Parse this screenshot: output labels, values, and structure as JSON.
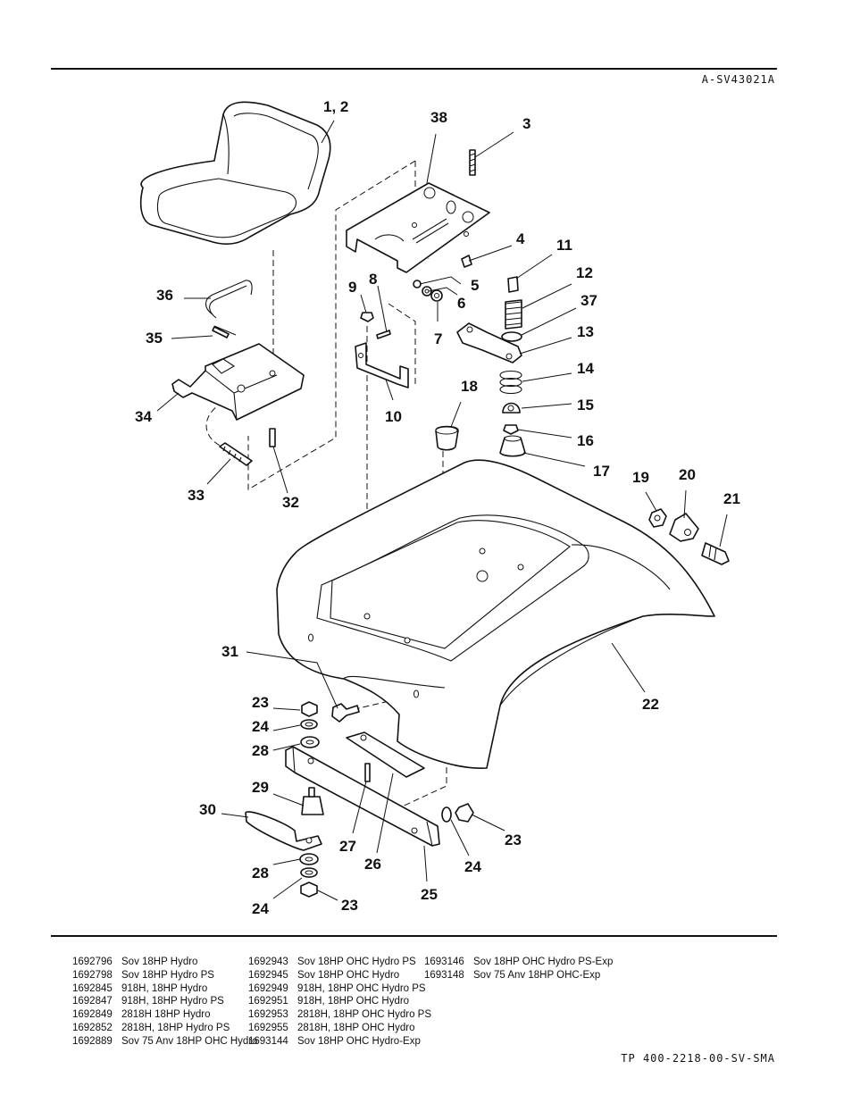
{
  "header": {
    "drawing_code": "A-SV43021A"
  },
  "footer": {
    "doc_code": "TP 400-2218-00-SV-SMA"
  },
  "callouts": {
    "c1_2": "1, 2",
    "c3": "3",
    "c4": "4",
    "c5": "5",
    "c6": "6",
    "c7": "7",
    "c8": "8",
    "c9": "9",
    "c10": "10",
    "c11": "11",
    "c12": "12",
    "c13": "13",
    "c14": "14",
    "c15": "15",
    "c16": "16",
    "c17": "17",
    "c18": "18",
    "c19": "19",
    "c20": "20",
    "c21": "21",
    "c22": "22",
    "c23a": "23",
    "c23b": "23",
    "c23c": "23",
    "c24a": "24",
    "c24b": "24",
    "c24c": "24",
    "c25": "25",
    "c26": "26",
    "c27": "27",
    "c28a": "28",
    "c28b": "28",
    "c29": "29",
    "c30": "30",
    "c31": "31",
    "c32": "32",
    "c33": "33",
    "c34": "34",
    "c35": "35",
    "c36": "36",
    "c37": "37",
    "c38": "38"
  },
  "models": {
    "col1": [
      {
        "pn": "1692796",
        "desc": "Sov 18HP Hydro"
      },
      {
        "pn": "1692798",
        "desc": "Sov 18HP Hydro PS"
      },
      {
        "pn": "1692845",
        "desc": "918H, 18HP Hydro"
      },
      {
        "pn": "1692847",
        "desc": "918H, 18HP Hydro PS"
      },
      {
        "pn": "1692849",
        "desc": "2818H 18HP Hydro"
      },
      {
        "pn": "1692852",
        "desc": "2818H, 18HP Hydro PS"
      },
      {
        "pn": "1692889",
        "desc": "Sov 75 Anv 18HP OHC Hydro"
      }
    ],
    "col2": [
      {
        "pn": "1692943",
        "desc": "Sov 18HP OHC Hydro PS"
      },
      {
        "pn": "1692945",
        "desc": "Sov 18HP OHC Hydro"
      },
      {
        "pn": "1692949",
        "desc": "918H, 18HP OHC Hydro PS"
      },
      {
        "pn": "1692951",
        "desc": "918H, 18HP OHC Hydro"
      },
      {
        "pn": "1692953",
        "desc": "2818H, 18HP OHC Hydro PS"
      },
      {
        "pn": "1692955",
        "desc": "2818H, 18HP OHC Hydro"
      },
      {
        "pn": "1693144",
        "desc": "Sov 18HP OHC Hydro-Exp"
      }
    ],
    "col3": [
      {
        "pn": "1693146",
        "desc": "Sov 18HP OHC Hydro PS-Exp"
      },
      {
        "pn": "1693148",
        "desc": "Sov 75 Anv 18HP OHC-Exp"
      }
    ]
  }
}
